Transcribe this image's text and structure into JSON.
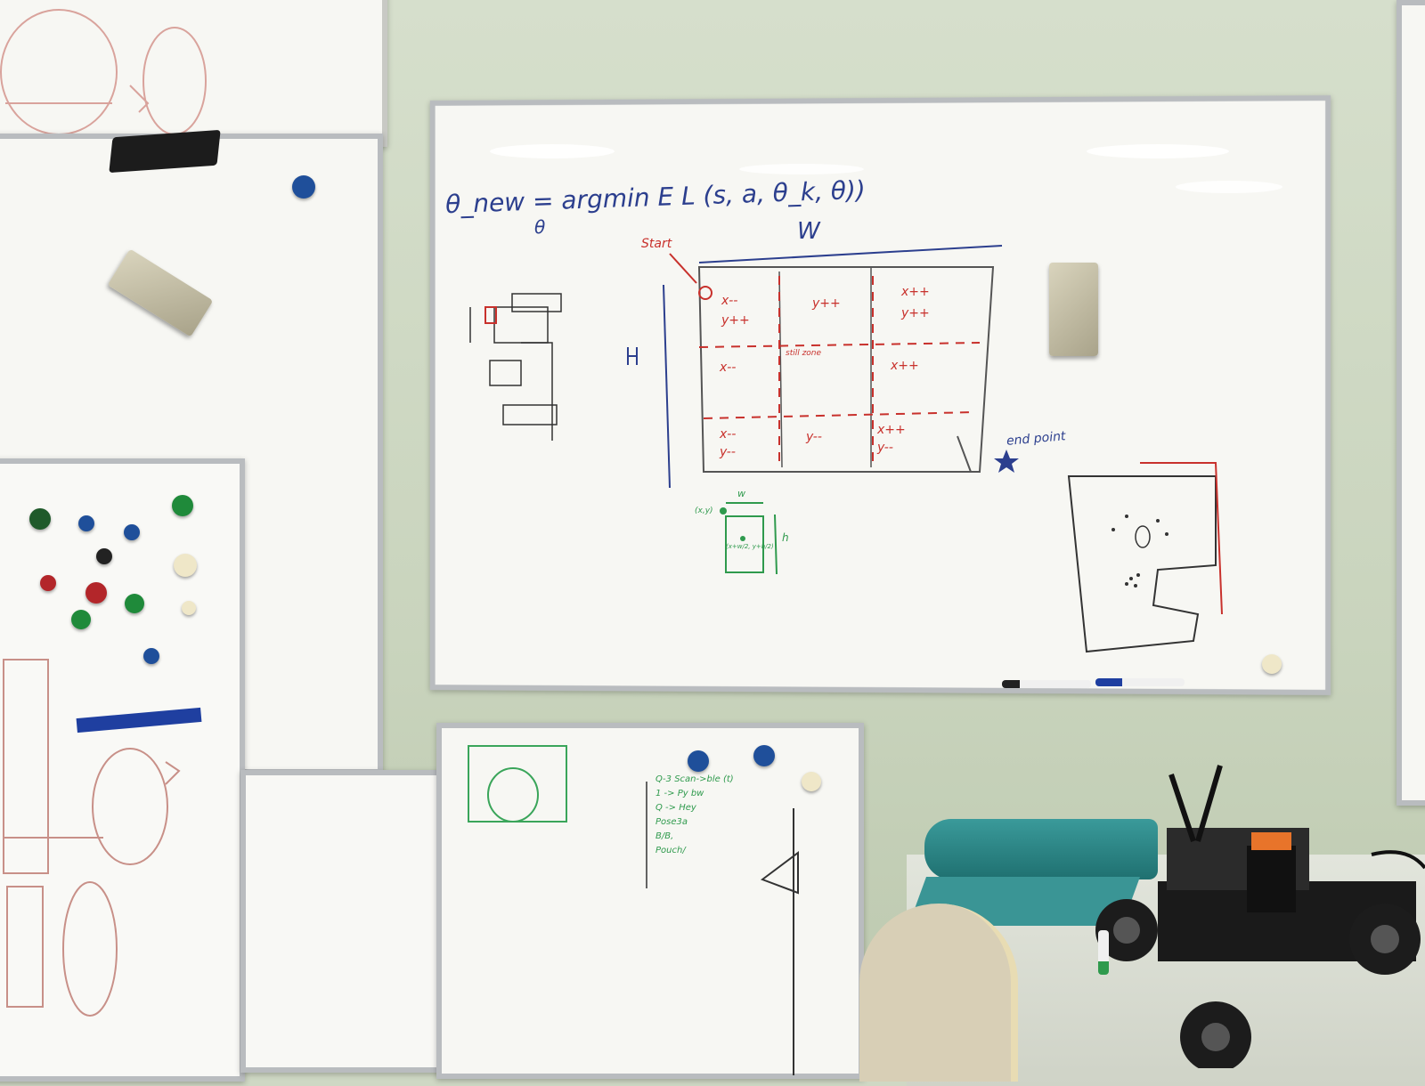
{
  "main_board": {
    "equation": "θ_new = argmin E L (s, a, θ_k, θ))",
    "equation_sub": "θ",
    "label_W": "W",
    "label_H": "H",
    "label_start": "Start",
    "label_end_point": "end point",
    "label_still_zone": "still zone",
    "grid_cells": [
      {
        "line1": "x--",
        "line2": "y++"
      },
      {
        "line1": "y++",
        "line2": ""
      },
      {
        "line1": "x++",
        "line2": "y++"
      },
      {
        "line1": "x--",
        "line2": ""
      },
      {
        "line1": "",
        "line2": ""
      },
      {
        "line1": "x++",
        "line2": ""
      },
      {
        "line1": "x--",
        "line2": "y--"
      },
      {
        "line1": "y--",
        "line2": ""
      },
      {
        "line1": "x++",
        "line2": "y--"
      }
    ],
    "small_box": {
      "w": "w",
      "h": "h",
      "corner": "(x,y)",
      "center": "(x+w/2, y+h/2)"
    }
  },
  "lower_board": {
    "notes": [
      "Q-3 Scan->ble (t)",
      "1 -> Py bw",
      "Q -> Hey",
      "Pose3a",
      "B/B,",
      "Pouch/"
    ]
  },
  "colors": {
    "magnet_blue": "#1f4f9a",
    "magnet_green": "#1f8a3a",
    "magnet_red": "#b3262a",
    "magnet_cream": "#efe7c8",
    "teal_roll": "#2f8f8f",
    "lidar_orange": "#e8742a"
  }
}
